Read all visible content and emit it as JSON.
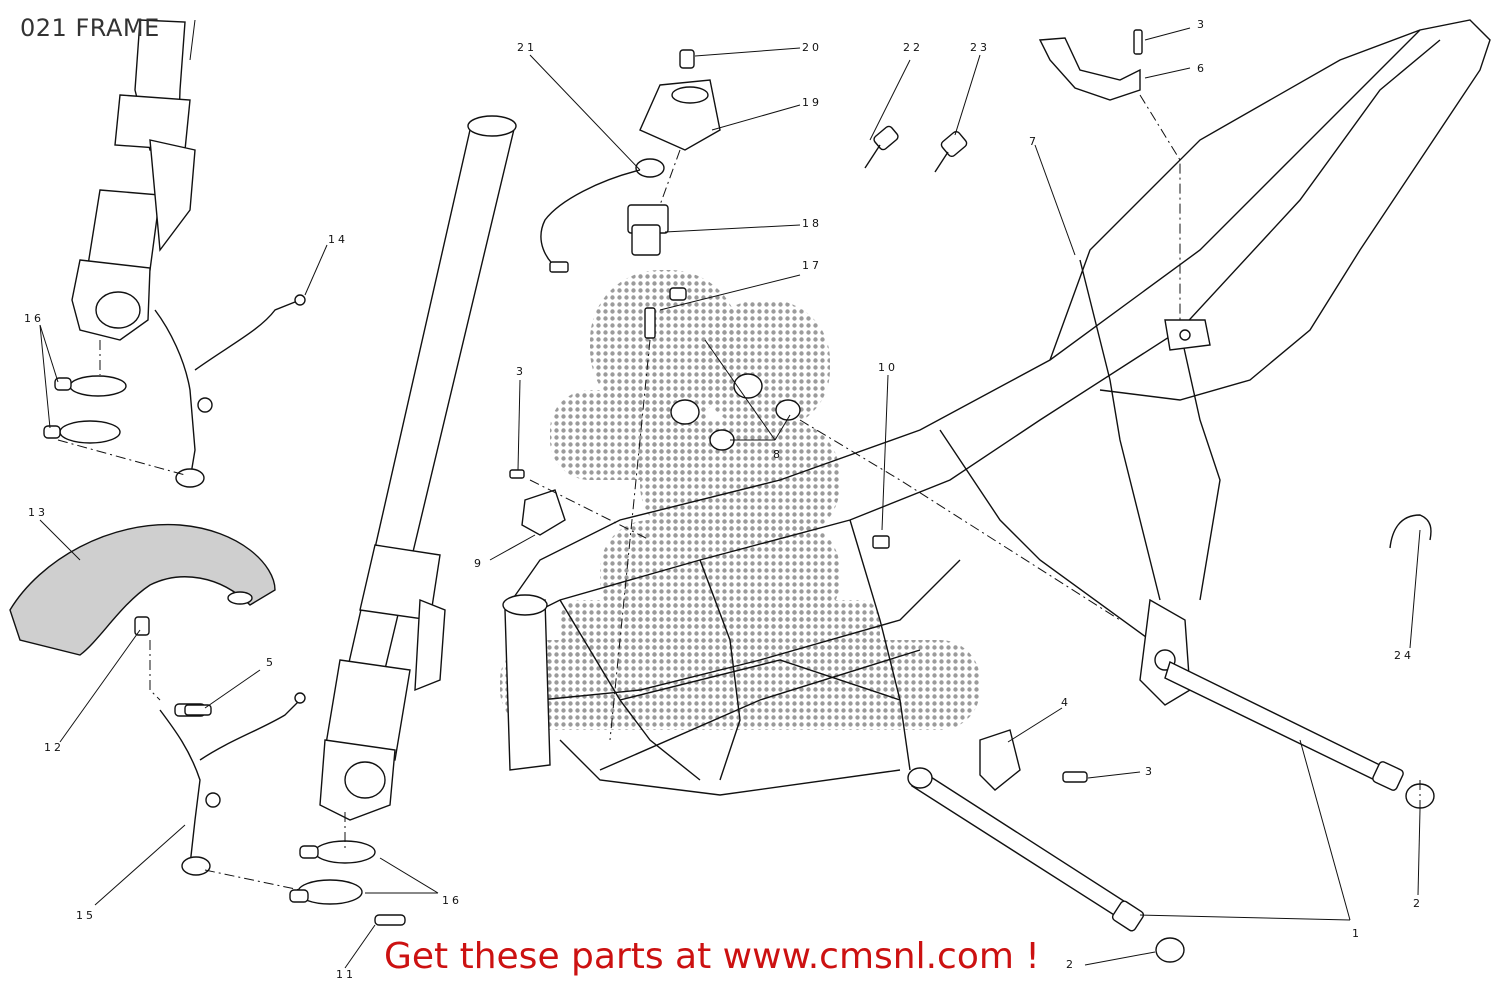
{
  "title": "021 FRAME",
  "promo_text": "Get these parts at www.cmsnl.com !",
  "callouts": [
    "1",
    "2",
    "2",
    "3",
    "3",
    "3",
    "4",
    "5",
    "6",
    "7",
    "8",
    "9",
    "10",
    "11",
    "12",
    "13",
    "14",
    "15",
    "16",
    "16",
    "17",
    "18",
    "19",
    "20",
    "21",
    "22",
    "23",
    "24"
  ],
  "colors": {
    "promo": "#cc1111",
    "line": "#111111",
    "watermark": "#8a8a8a",
    "mudguard": "#cfcfcf"
  }
}
